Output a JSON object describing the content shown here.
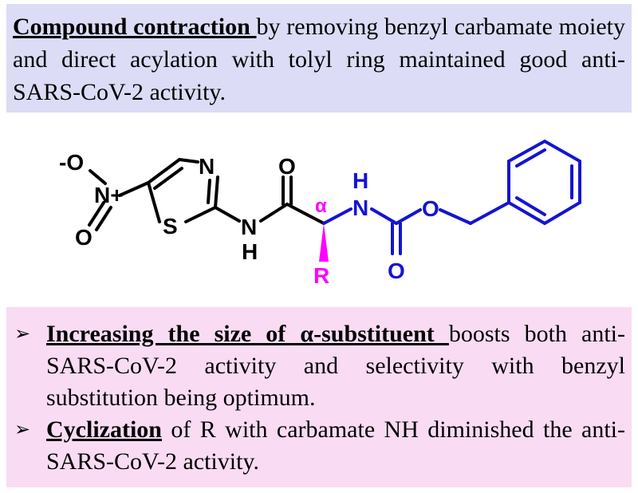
{
  "top_box": {
    "lead": "Compound contraction ",
    "text": "by removing benzyl carbamate moiety and direct acylation with tolyl ring maintained good anti-SARS-CoV-2 activity."
  },
  "structure": {
    "atom_O_minus": "-O",
    "atom_N_plus": "N+",
    "atom_O_nitro": "O",
    "atom_S": "S",
    "atom_N_ring": "N",
    "atom_NH_amide_N": "N",
    "atom_NH_amide_H": "H",
    "atom_O_amide": "O",
    "alpha": "α",
    "atom_R": "R",
    "atom_NH_carb_H": "H",
    "atom_NH_carb_N": "N",
    "atom_O_carb": "O",
    "atom_O_ester": "O",
    "colors": {
      "black": "#000000",
      "alpha": "#ff00ff",
      "carbamate": "#1414d2"
    }
  },
  "bottom_box": {
    "bullets": [
      {
        "mark": "➢",
        "lead": "Increasing the size of α-substituent ",
        "text": "boosts both anti-SARS-CoV-2 activity and selectivity with benzyl substitution being optimum."
      },
      {
        "mark": "➢",
        "lead": "Cyclization",
        "text": " of R with carbamate NH diminished the anti-SARS-CoV-2 activity."
      }
    ]
  }
}
